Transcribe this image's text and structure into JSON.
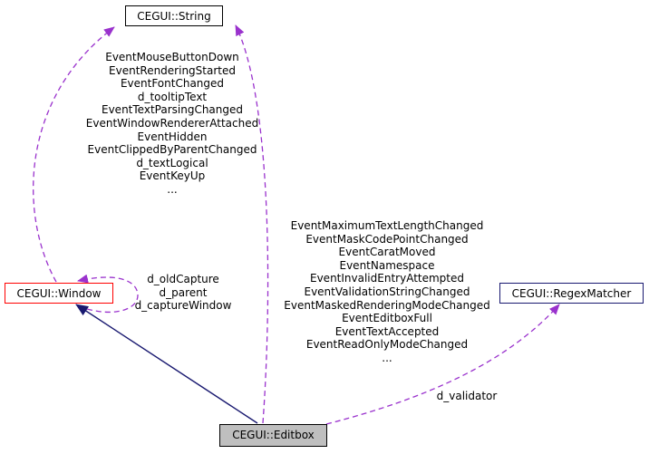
{
  "nodes": {
    "string": "CEGUI::String",
    "window": "CEGUI::Window",
    "regex_matcher": "CEGUI::RegexMatcher",
    "editbox": "CEGUI::Editbox"
  },
  "edge_labels": {
    "window_to_string": [
      "EventMouseButtonDown",
      "EventRenderingStarted",
      "EventFontChanged",
      "d_tooltipText",
      "EventTextParsingChanged",
      "EventWindowRendererAttached",
      "EventHidden",
      "EventClippedByParentChanged",
      "d_textLogical",
      "EventKeyUp",
      "..."
    ],
    "window_self": [
      "d_oldCapture",
      "d_parent",
      "d_captureWindow"
    ],
    "editbox_to_string": [
      "EventMaximumTextLengthChanged",
      "EventMaskCodePointChanged",
      "EventCaratMoved",
      "EventNamespace",
      "EventInvalidEntryAttempted",
      "EventValidationStringChanged",
      "EventMaskedRenderingModeChanged",
      "EventEditboxFull",
      "EventTextAccepted",
      "EventReadOnlyModeChanged",
      "..."
    ],
    "editbox_to_regex": [
      "d_validator"
    ]
  },
  "colors": {
    "usage_edge": "#9a32cd",
    "inheritance_edge": "#191970",
    "window_border": "#ff0000",
    "editbox_fill": "#bfbfbf",
    "node_border": "#000000",
    "regex_border": "#191970"
  }
}
